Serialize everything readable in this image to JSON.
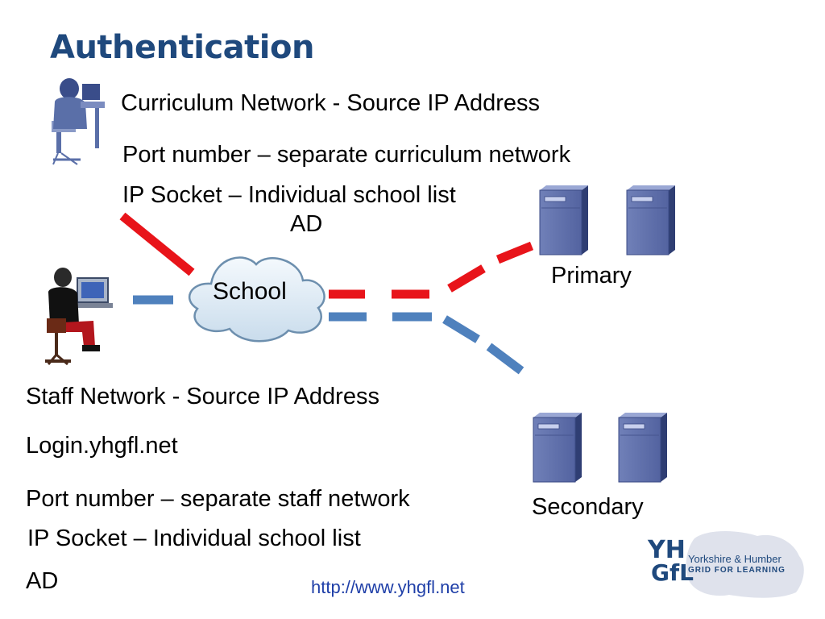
{
  "title": "Authentication",
  "curriculum": {
    "heading": "Curriculum Network - Source IP Address",
    "port": "Port number – separate curriculum network",
    "socket": "IP Socket – Individual school list",
    "ad": "AD"
  },
  "staff": {
    "heading": "Staff Network - Source IP Address",
    "login": "Login.yhgfl.net",
    "port": "Port number – separate staff network",
    "socket": "IP Socket – Individual school list",
    "ad": "AD"
  },
  "nodes": {
    "school": "School",
    "primary": "Primary",
    "secondary": "Secondary"
  },
  "footer": {
    "url": "http://www.yhgfl.net"
  },
  "logo": {
    "mark_top": "YH",
    "mark_bottom": "GfL",
    "line1": "Yorkshire & Humber",
    "line2": "GRID FOR LEARNING"
  },
  "colors": {
    "title": "#1f497d",
    "curriculum_link": "#e8141a",
    "staff_link": "#4f81bd",
    "server": "#5a6fa8"
  }
}
